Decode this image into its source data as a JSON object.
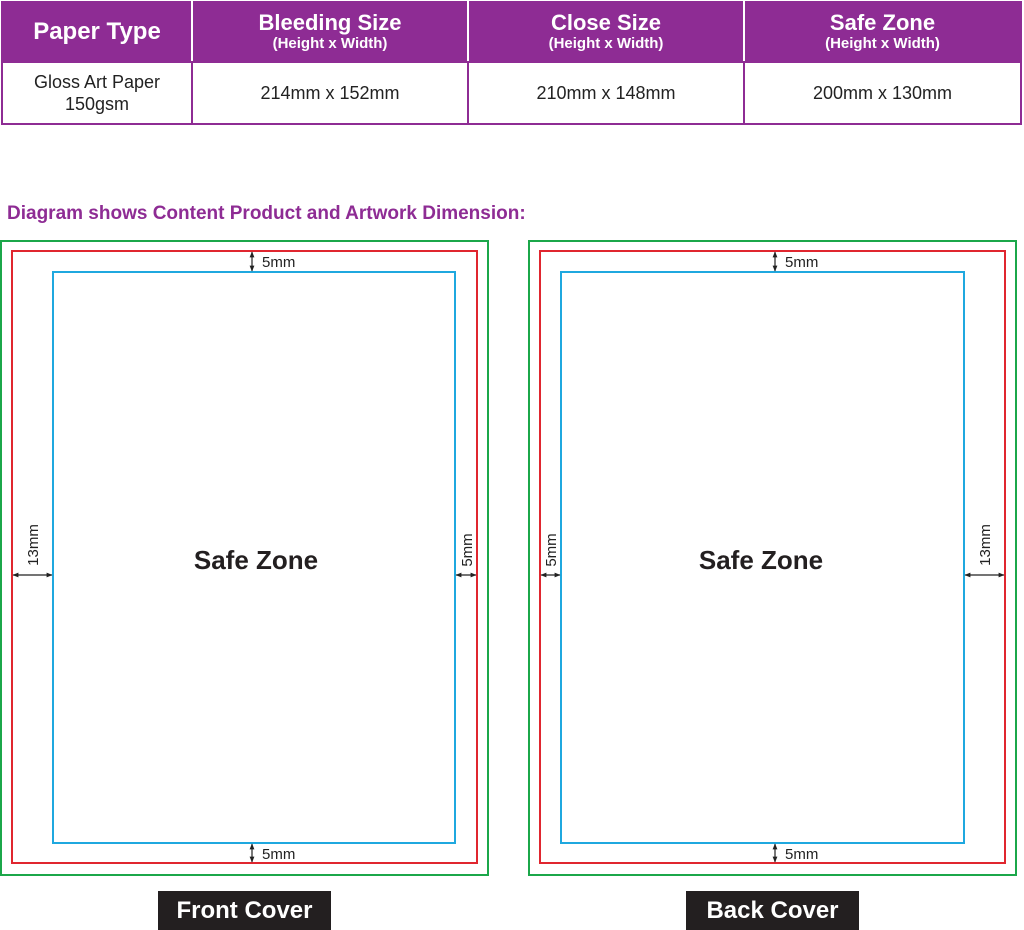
{
  "table": {
    "headers": [
      {
        "title": "Paper Type",
        "subtitle": ""
      },
      {
        "title": "Bleeding Size",
        "subtitle": "(Height x Width)"
      },
      {
        "title": "Close Size",
        "subtitle": "(Height x Width)"
      },
      {
        "title": "Safe Zone",
        "subtitle": "(Height x Width)"
      }
    ],
    "row": {
      "paper_type_line1": "Gloss Art Paper",
      "paper_type_line2": "150gsm",
      "bleeding_size": "214mm x 152mm",
      "close_size": "210mm x 148mm",
      "safe_zone": "200mm x 130mm"
    }
  },
  "diagram_title": "Diagram shows Content Product and Artwork Dimension:",
  "colors": {
    "brand_purple": "#8e2c94",
    "bleed_line": "#1ba74a",
    "trim_line": "#e0262f",
    "safe_line": "#1fa8df",
    "caption_bg": "#231f20"
  },
  "front_cover": {
    "label": "Front Cover",
    "safe_zone_label": "Safe Zone",
    "top_margin": "5mm",
    "bottom_margin": "5mm",
    "left_margin": "13mm",
    "right_margin": "5mm"
  },
  "back_cover": {
    "label": "Back Cover",
    "safe_zone_label": "Safe Zone",
    "top_margin": "5mm",
    "bottom_margin": "5mm",
    "left_margin": "5mm",
    "right_margin": "13mm"
  }
}
